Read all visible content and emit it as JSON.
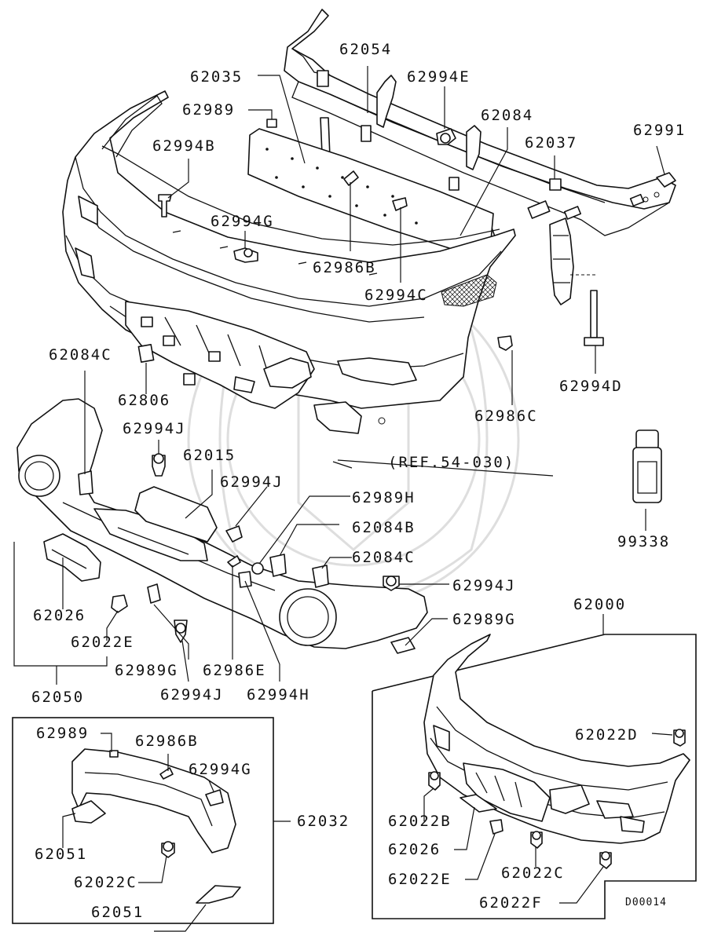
{
  "diagram": {
    "labels": {
      "p62054": "62054",
      "p62035": "62035",
      "p62994E": "62994E",
      "p62084": "62084",
      "p62991": "62991",
      "p62989_top": "62989",
      "p62037": "62037",
      "p62994B": "62994B",
      "p62994G_top": "62994G",
      "p62986B_top": "62986B",
      "p62994C": "62994C",
      "p62994D": "62994D",
      "p62084C_left": "62084C",
      "p62806": "62806",
      "p62986C": "62986C",
      "p62994J_a": "62994J",
      "p62015": "62015",
      "ref": "(REF.54-030)",
      "p62994J_b": "62994J",
      "p62989H": "62989H",
      "p99338": "99338",
      "p62084B": "62084B",
      "p62084C_mid": "62084C",
      "p62994J_c": "62994J",
      "p62000": "62000",
      "p62026_left": "62026",
      "p62989G_right": "62989G",
      "p62022E_left": "62022E",
      "p62989G_left": "62989G",
      "p62986E": "62986E",
      "p62050": "62050",
      "p62994J_d": "62994J",
      "p62994H": "62994H",
      "p62989_inset": "62989",
      "p62986B_inset": "62986B",
      "p62994G_inset": "62994G",
      "p62022D": "62022D",
      "p62032": "62032",
      "p62022B": "62022B",
      "p62051_a": "62051",
      "p62026_right": "62026",
      "p62022C_left": "62022C",
      "p62022E_right": "62022E",
      "p62022C_right": "62022C",
      "p62051_b": "62051",
      "p62022F": "62022F"
    },
    "diagram_code": "D00014"
  }
}
